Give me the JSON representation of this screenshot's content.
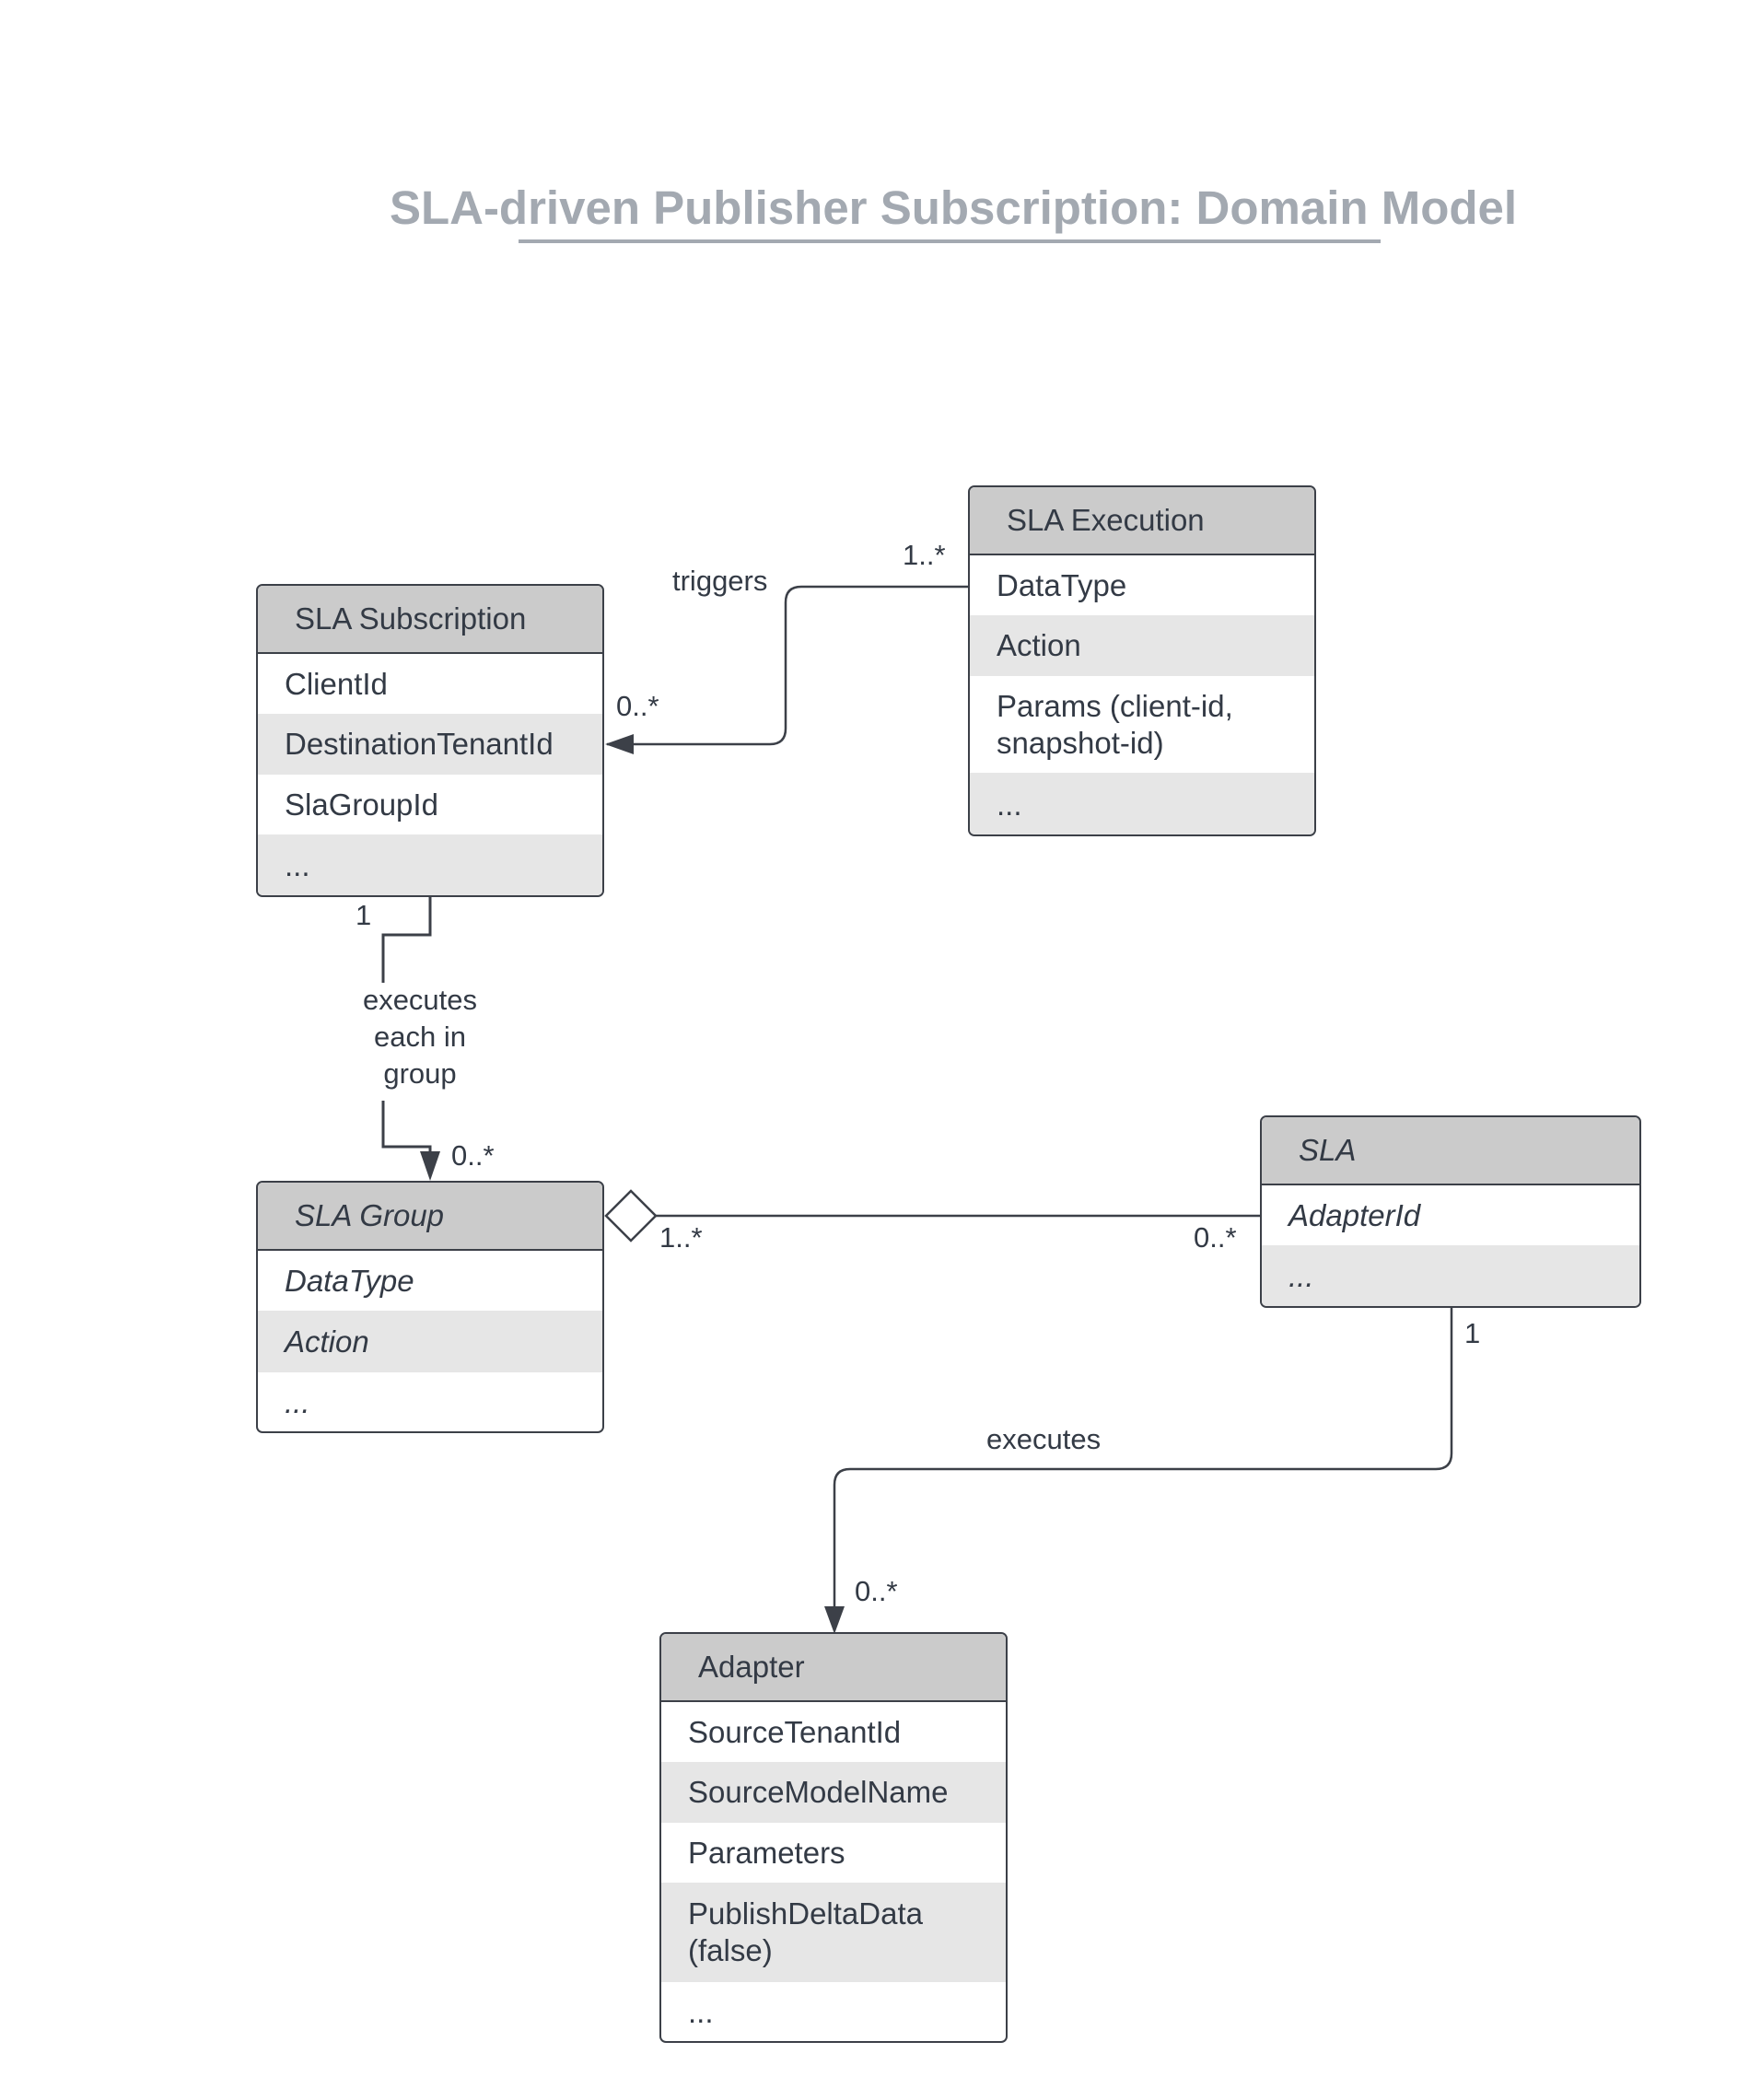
{
  "title": "SLA-driven Publisher Subscription: Domain Model",
  "classes": {
    "subscription": {
      "name": "SLA Subscription",
      "attributes": [
        "ClientId",
        "DestinationTenantId",
        "SlaGroupId",
        "..."
      ]
    },
    "execution": {
      "name": "SLA Execution",
      "attributes": [
        "DataType",
        "Action",
        "Params (client-id, snapshot-id)",
        "..."
      ]
    },
    "group": {
      "name": "SLA Group",
      "attributes": [
        "DataType",
        "Action",
        "..."
      ]
    },
    "sla": {
      "name": "SLA",
      "attributes": [
        "AdapterId",
        "..."
      ]
    },
    "adapter": {
      "name": "Adapter",
      "attributes": [
        "SourceTenantId",
        "SourceModelName",
        "Parameters",
        "PublishDeltaData (false)",
        "..."
      ]
    }
  },
  "relations": {
    "triggers": {
      "label": "triggers",
      "source_mult": "1..*",
      "target_mult": "0..*"
    },
    "executes_group": {
      "label": "executes each in group",
      "source_mult": "1",
      "target_mult": "0..*"
    },
    "aggregation": {
      "group_mult": "1..*",
      "sla_mult": "0..*"
    },
    "executes_adapter": {
      "label": "executes",
      "source_mult": "1",
      "target_mult": "0..*"
    }
  },
  "colors": {
    "title": "#a3a9b1",
    "header": "#cbcbcb",
    "stripe": "#e6e6e6",
    "line": "#3c4048"
  }
}
